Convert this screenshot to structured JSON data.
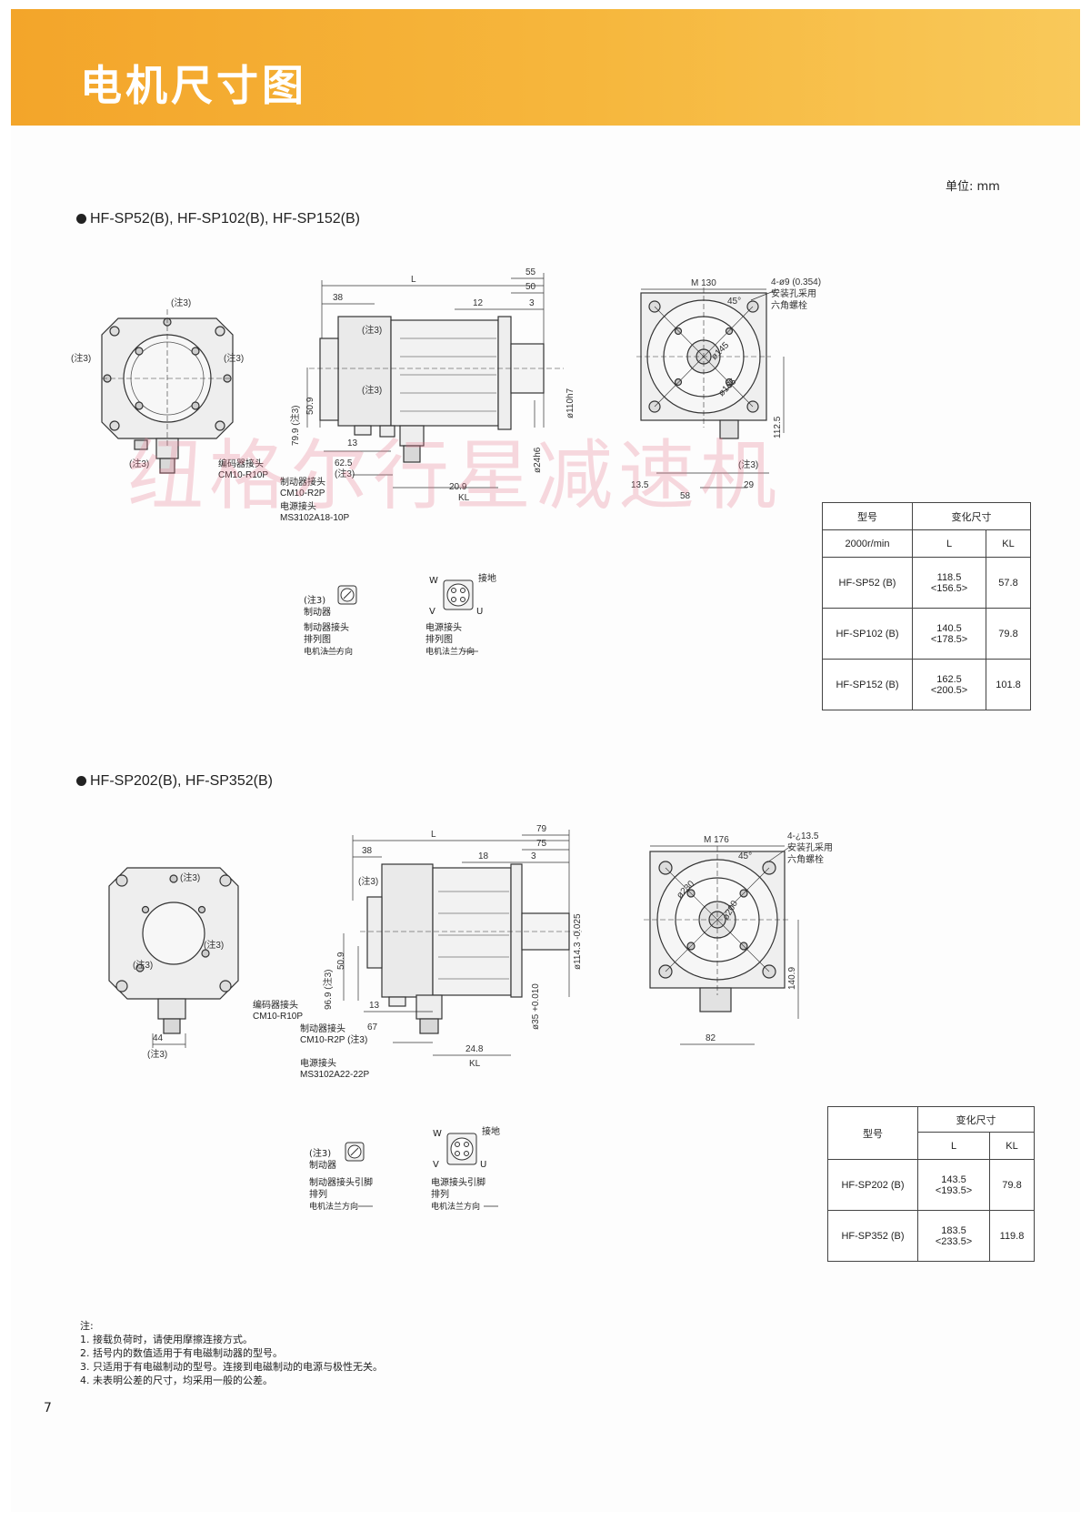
{
  "page_title": "电机尺寸图",
  "unit": "单位: mm",
  "watermark": "纽格尔行星减速机",
  "sections": [
    {
      "title": "HF-SP52(B), HF-SP102(B), HF-SP152(B)",
      "drawing": {
        "note3": "(注3)",
        "encoder_conn": "编码器接头",
        "encoder_model": "CM10-R10P",
        "brake_conn": "制动器接头",
        "brake_model": "CM10-R2P",
        "power_conn": "电源接头",
        "power_model": "MS3102A18-10P",
        "dims": {
          "L": "L",
          "d38": "38",
          "d12": "12",
          "d55": "55",
          "d50": "50",
          "d3": "3",
          "d799": "79.9 (注3)",
          "d509": "50.9",
          "d13": "13",
          "d625": "62.5",
          "d209": "20.9",
          "KL": "KL",
          "shaft": "ø110h7",
          "hub": "ø24h6",
          "M": "M 130",
          "holes": "4-ø9 (0.354)",
          "hole_note1": "安装孔采用",
          "hole_note2": "六角螺栓",
          "angle": "45°",
          "pcd1": "ø145",
          "pcd2": "ø165",
          "d1125": "112.5",
          "d135": "13.5",
          "d58": "58",
          "d29": "29"
        }
      },
      "pins": {
        "brake_note": "(注3)",
        "brake_label": "制动器",
        "brake_caption": "制动器接头",
        "brake_caption2": "排列图",
        "dir": "电机法兰方向",
        "W": "W",
        "V": "V",
        "U": "U",
        "ground": "接地",
        "power_caption": "电源接头",
        "power_caption2": "排列图"
      },
      "table": {
        "h_model": "型号",
        "h_var": "变化尺寸",
        "h_speed": "2000r/min",
        "h_L": "L",
        "h_KL": "KL",
        "rows": [
          {
            "model": "HF-SP52 (B)",
            "L1": "118.5",
            "L2": "<156.5>",
            "KL": "57.8"
          },
          {
            "model": "HF-SP102 (B)",
            "L1": "140.5",
            "L2": "<178.5>",
            "KL": "79.8"
          },
          {
            "model": "HF-SP152 (B)",
            "L1": "162.5",
            "L2": "<200.5>",
            "KL": "101.8"
          }
        ]
      }
    },
    {
      "title": "HF-SP202(B), HF-SP352(B)",
      "drawing": {
        "note3": "(注3)",
        "encoder_conn": "编码器接头",
        "encoder_model": "CM10-R10P",
        "brake_conn": "制动器接头",
        "brake_model": "CM10-R2P",
        "power_conn": "电源接头",
        "power_model": "MS3102A22-22P",
        "dims": {
          "L": "L",
          "d38": "38",
          "d18": "18",
          "d79": "79",
          "d75": "75",
          "d3": "3",
          "d969": "96.9 (注3)",
          "d509": "50.9",
          "d13": "13",
          "d67": "67",
          "d248": "24.8",
          "KL": "KL",
          "shaft": "ø114.3 -0.025",
          "hub": "ø35 +0.010",
          "M": "M 176",
          "holes": "4-¿13.5",
          "hole_note1": "安装孔采用",
          "hole_note2": "六角螺栓",
          "angle": "45°",
          "pcd1": "ø230",
          "pcd2": "ø200",
          "d1409": "140.9",
          "d82": "82",
          "d44": "44"
        }
      },
      "pins": {
        "brake_note": "(注3)",
        "brake_label": "制动器",
        "brake_caption": "制动器接头引脚",
        "brake_caption2": "排列",
        "dir": "电机法兰方向",
        "W": "W",
        "V": "V",
        "U": "U",
        "ground": "接地",
        "power_caption": "电源接头引脚",
        "power_caption2": "排列"
      },
      "table": {
        "h_model": "型号",
        "h_var": "变化尺寸",
        "h_L": "L",
        "h_KL": "KL",
        "rows": [
          {
            "model": "HF-SP202 (B)",
            "L1": "143.5",
            "L2": "<193.5>",
            "KL": "79.8"
          },
          {
            "model": "HF-SP352 (B)",
            "L1": "183.5",
            "L2": "<233.5>",
            "KL": "119.8"
          }
        ]
      }
    }
  ],
  "notes": {
    "heading": "注:",
    "items": [
      "1. 接载负荷时，请使用摩擦连接方式。",
      "2. 括号内的数值适用于有电磁制动器的型号。",
      "3. 只适用于有电磁制动的型号。连接到电磁制动的电源与极性无关。",
      "4. 未表明公差的尺寸，均采用一般的公差。"
    ]
  },
  "page_number": "7"
}
